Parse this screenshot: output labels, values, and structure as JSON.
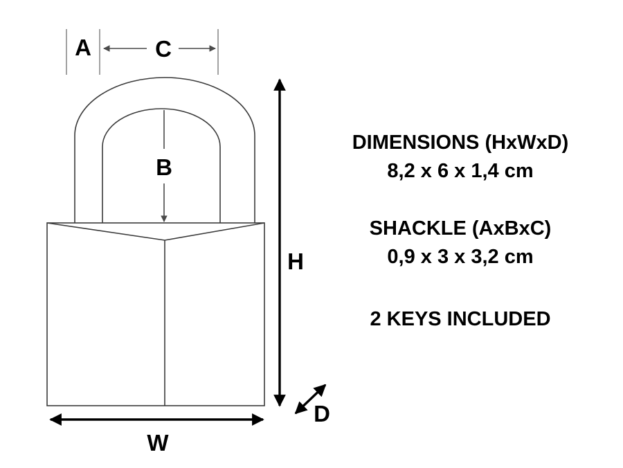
{
  "diagram": {
    "title": "padlock-dimension-diagram",
    "labels": {
      "a": "A",
      "b": "B",
      "c": "C",
      "d": "D",
      "h": "H",
      "w": "W"
    }
  },
  "specs": {
    "dimensions_heading": "DIMENSIONS (HxWxD)",
    "dimensions_value": "8,2 x 6 x 1,4 cm",
    "shackle_heading": "SHACKLE (AxBxC)",
    "shackle_value": "0,9 x 3 x 3,2 cm",
    "keys_note": "2 KEYS INCLUDED"
  },
  "colors": {
    "background": "#ffffff",
    "text": "#000000",
    "outline": "#3a3a3a",
    "extension_line": "#8a8a8a",
    "dimension_arrow": "#000000"
  }
}
